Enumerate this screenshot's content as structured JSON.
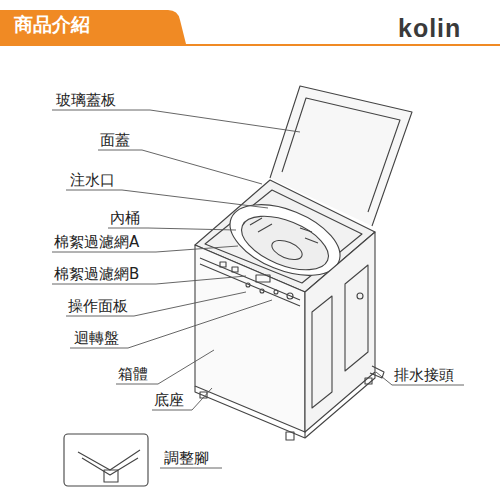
{
  "diagram": {
    "title": "商品介紹",
    "labels": [
      "kolin",
      "玻璃蓋板",
      "面蓋",
      "注水口",
      "內桶",
      "棉絮過濾網A",
      "棉絮過濾網B",
      "操作面板",
      "迴轉盤",
      "箱體",
      "底座",
      "排水接頭",
      "調整腳"
    ]
  }
}
